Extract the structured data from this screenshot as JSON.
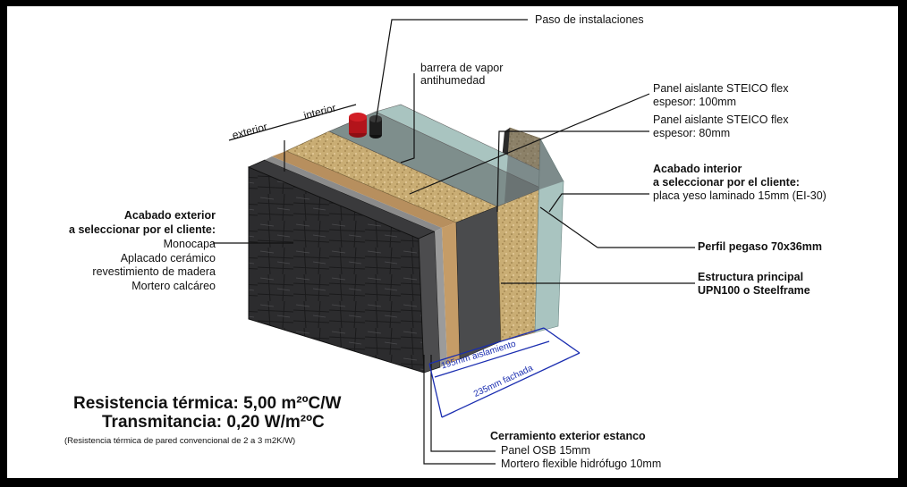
{
  "labels": {
    "paso": "Paso de instalaciones",
    "barrera1": "barrera de vapor",
    "barrera2": "antihumedad",
    "exterior": "exterior",
    "interior": "interior",
    "panel100_1": "Panel aislante STEICO flex",
    "panel100_2": "espesor: 100mm",
    "panel80_1": "Panel aislante STEICO flex",
    "panel80_2": "espesor: 80mm",
    "acab_int_1": "Acabado interior",
    "acab_int_2": "a seleccionar por el cliente:",
    "acab_int_3": "placa yeso laminado 15mm (EI-30)",
    "perfil": "Perfil pegaso 70x36mm",
    "estructura1": "Estructura principal",
    "estructura2": "UPN100 o Steelframe",
    "acab_ext_1": "Acabado exterior",
    "acab_ext_2": "a seleccionar por el cliente:",
    "acab_ext_3": "Monocapa",
    "acab_ext_4": "Aplacado cerámico",
    "acab_ext_5": "revestimiento de madera",
    "acab_ext_6": "Mortero calcáreo",
    "cerramiento": "Cerramiento exterior estanco",
    "osb": "Panel OSB 15mm",
    "mortero": "Mortero flexible hidrófugo 10mm",
    "dim_aislamiento": "195mm aislamiento",
    "dim_fachada": "235mm fachada"
  },
  "summary": {
    "resistencia": "Resistencia térmica: 5,00 m²ºC/W",
    "transmitancia": "Transmitancia: 0,20 W/m²ºC",
    "nota": "(Resistencia térmica de pared convencional de 2 a 3 m2K/W)"
  },
  "colors": {
    "fachada": "#2c2c2e",
    "aislamiento": "#c9ad74",
    "placa": "#4a4b4d",
    "vapor": "#7e8e8c",
    "yeso": "#a9c4c0",
    "tubo_rojo": "#b3141b",
    "cota": "#1a2db0"
  }
}
